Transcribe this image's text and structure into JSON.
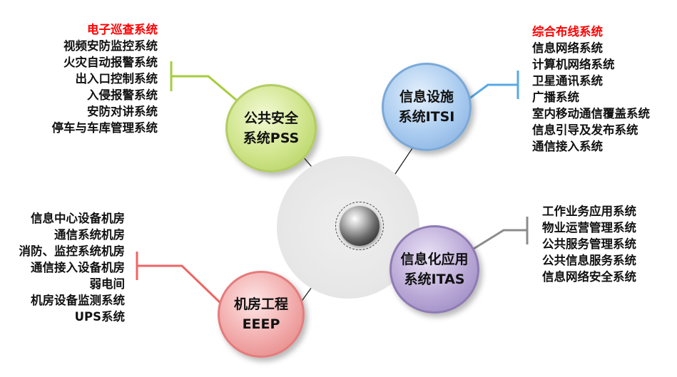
{
  "nodes": {
    "pss": {
      "line1": "公共安全",
      "line2": "系统PSS"
    },
    "itsi": {
      "line1": "信息设施",
      "line2": "系统ITSI"
    },
    "itas": {
      "line1": "信息化应用",
      "line2": "系统ITAS"
    },
    "eeep": {
      "line1": "机房工程",
      "line2": "EEEP"
    }
  },
  "lists": {
    "pss": [
      "电子巡查系统",
      "视频安防监控系统",
      "火灾自动报警系统",
      "出入口控制系统",
      "入侵报警系统",
      "安防对讲系统",
      "停车与车库管理系统"
    ],
    "itsi": [
      "综合布线系统",
      "信息网络系统",
      "计算机网络系统",
      "卫星通讯系统",
      "广播系统",
      "室内移动通信覆盖系统",
      "信息引导及发布系统",
      "通信接入系统"
    ],
    "itas": [
      "工作业务应用系统",
      "物业运营管理系统",
      "公共服务管理系统",
      "公共信息服务系统",
      "信息网络安全系统"
    ],
    "eeep": [
      "信息中心设备机房",
      "通信系统机房",
      "消防、监控系统机房",
      "通信接入设备机房",
      "弱电间",
      "机房设备监测系统",
      "UPS系统"
    ]
  },
  "colors": {
    "highlight_text": "#ff0000",
    "pss_connector": "#a6cd3c",
    "itsi_connector": "#59a8e6",
    "itas_connector": "#8c8c8c",
    "eeep_connector": "#f06464"
  }
}
